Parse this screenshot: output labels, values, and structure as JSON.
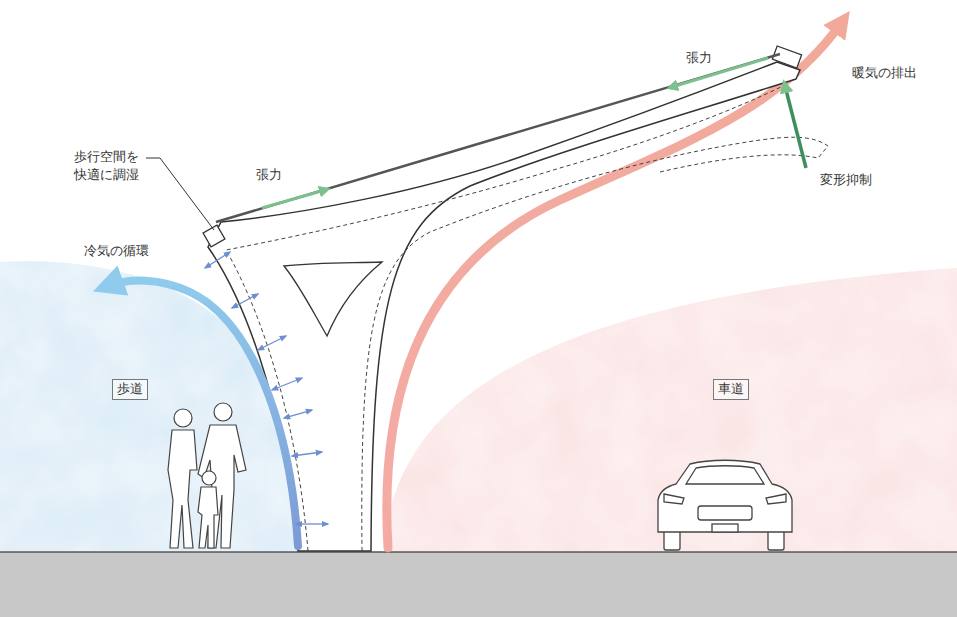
{
  "diagram": {
    "nodes": [
      {
        "text": [
          "歩道"
        ]
      },
      {
        "text": [
          "車道"
        ]
      }
    ],
    "labels": [
      "張力",
      "暖気の排出",
      "歩行空間を快適に調湿",
      "張力",
      "変形抑制",
      "冷気の循環"
    ]
  }
}
